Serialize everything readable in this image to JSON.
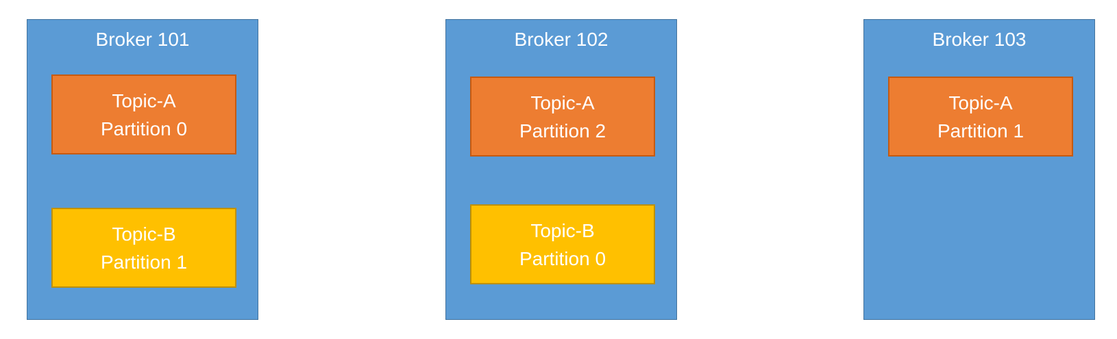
{
  "brokers": [
    {
      "name": "Broker 101",
      "partitions": [
        {
          "topic": "Topic-A",
          "partition": "Partition 0",
          "color": "#ed7d31"
        },
        {
          "topic": "Topic-B",
          "partition": "Partition 1",
          "color": "#ffc000"
        }
      ]
    },
    {
      "name": "Broker 102",
      "partitions": [
        {
          "topic": "Topic-A",
          "partition": "Partition 2",
          "color": "#ed7d31"
        },
        {
          "topic": "Topic-B",
          "partition": "Partition 0",
          "color": "#ffc000"
        }
      ]
    },
    {
      "name": "Broker 103",
      "partitions": [
        {
          "topic": "Topic-A",
          "partition": "Partition 1",
          "color": "#ed7d31"
        }
      ]
    }
  ],
  "colors": {
    "broker_fill": "#5b9bd5",
    "topic_a_fill": "#ed7d31",
    "topic_b_fill": "#ffc000",
    "text": "#ffffff"
  }
}
